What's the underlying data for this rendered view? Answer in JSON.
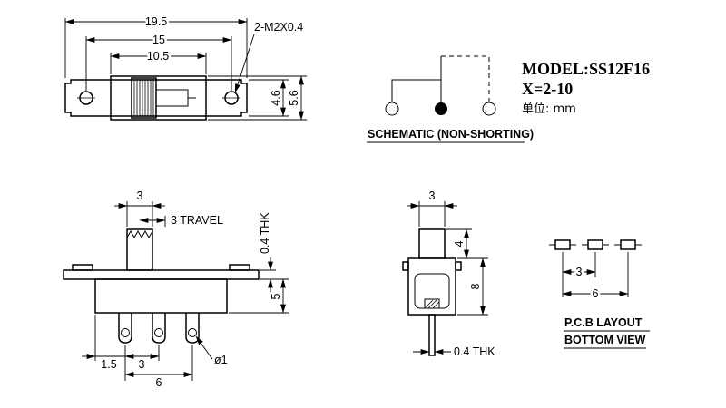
{
  "title_block": {
    "model": "MODEL:SS12F16",
    "x_range": "X=2-10",
    "unit": "单位: mm"
  },
  "schematic": {
    "caption": "SCHEMATIC (NON-SHORTING)"
  },
  "top_view": {
    "dim_overall_length": "19.5",
    "dim_hole_spacing": "15",
    "dim_body_length": "10.5",
    "thread_callout": "2-M2X0.4",
    "dim_plate_width": "4.6",
    "dim_body_width": "5.6"
  },
  "front_view": {
    "dim_knob_width": "3",
    "dim_travel": "3 TRAVEL",
    "dim_plate_thickness": "0.4 THK",
    "dim_body_height": "5",
    "dim_pin_offset": "1.5",
    "dim_pin_pitch": "3",
    "dim_pin_span": "6",
    "dim_hole_dia": "ø1"
  },
  "side_view": {
    "dim_knob_width": "3",
    "dim_knob_height": "4",
    "dim_body_height": "8",
    "dim_pin_thickness": "0.4 THK"
  },
  "pcb_view": {
    "dim_pad_pitch": "3",
    "dim_pad_span": "6",
    "caption_line1": "P.C.B LAYOUT",
    "caption_line2": "BOTTOM VIEW"
  }
}
